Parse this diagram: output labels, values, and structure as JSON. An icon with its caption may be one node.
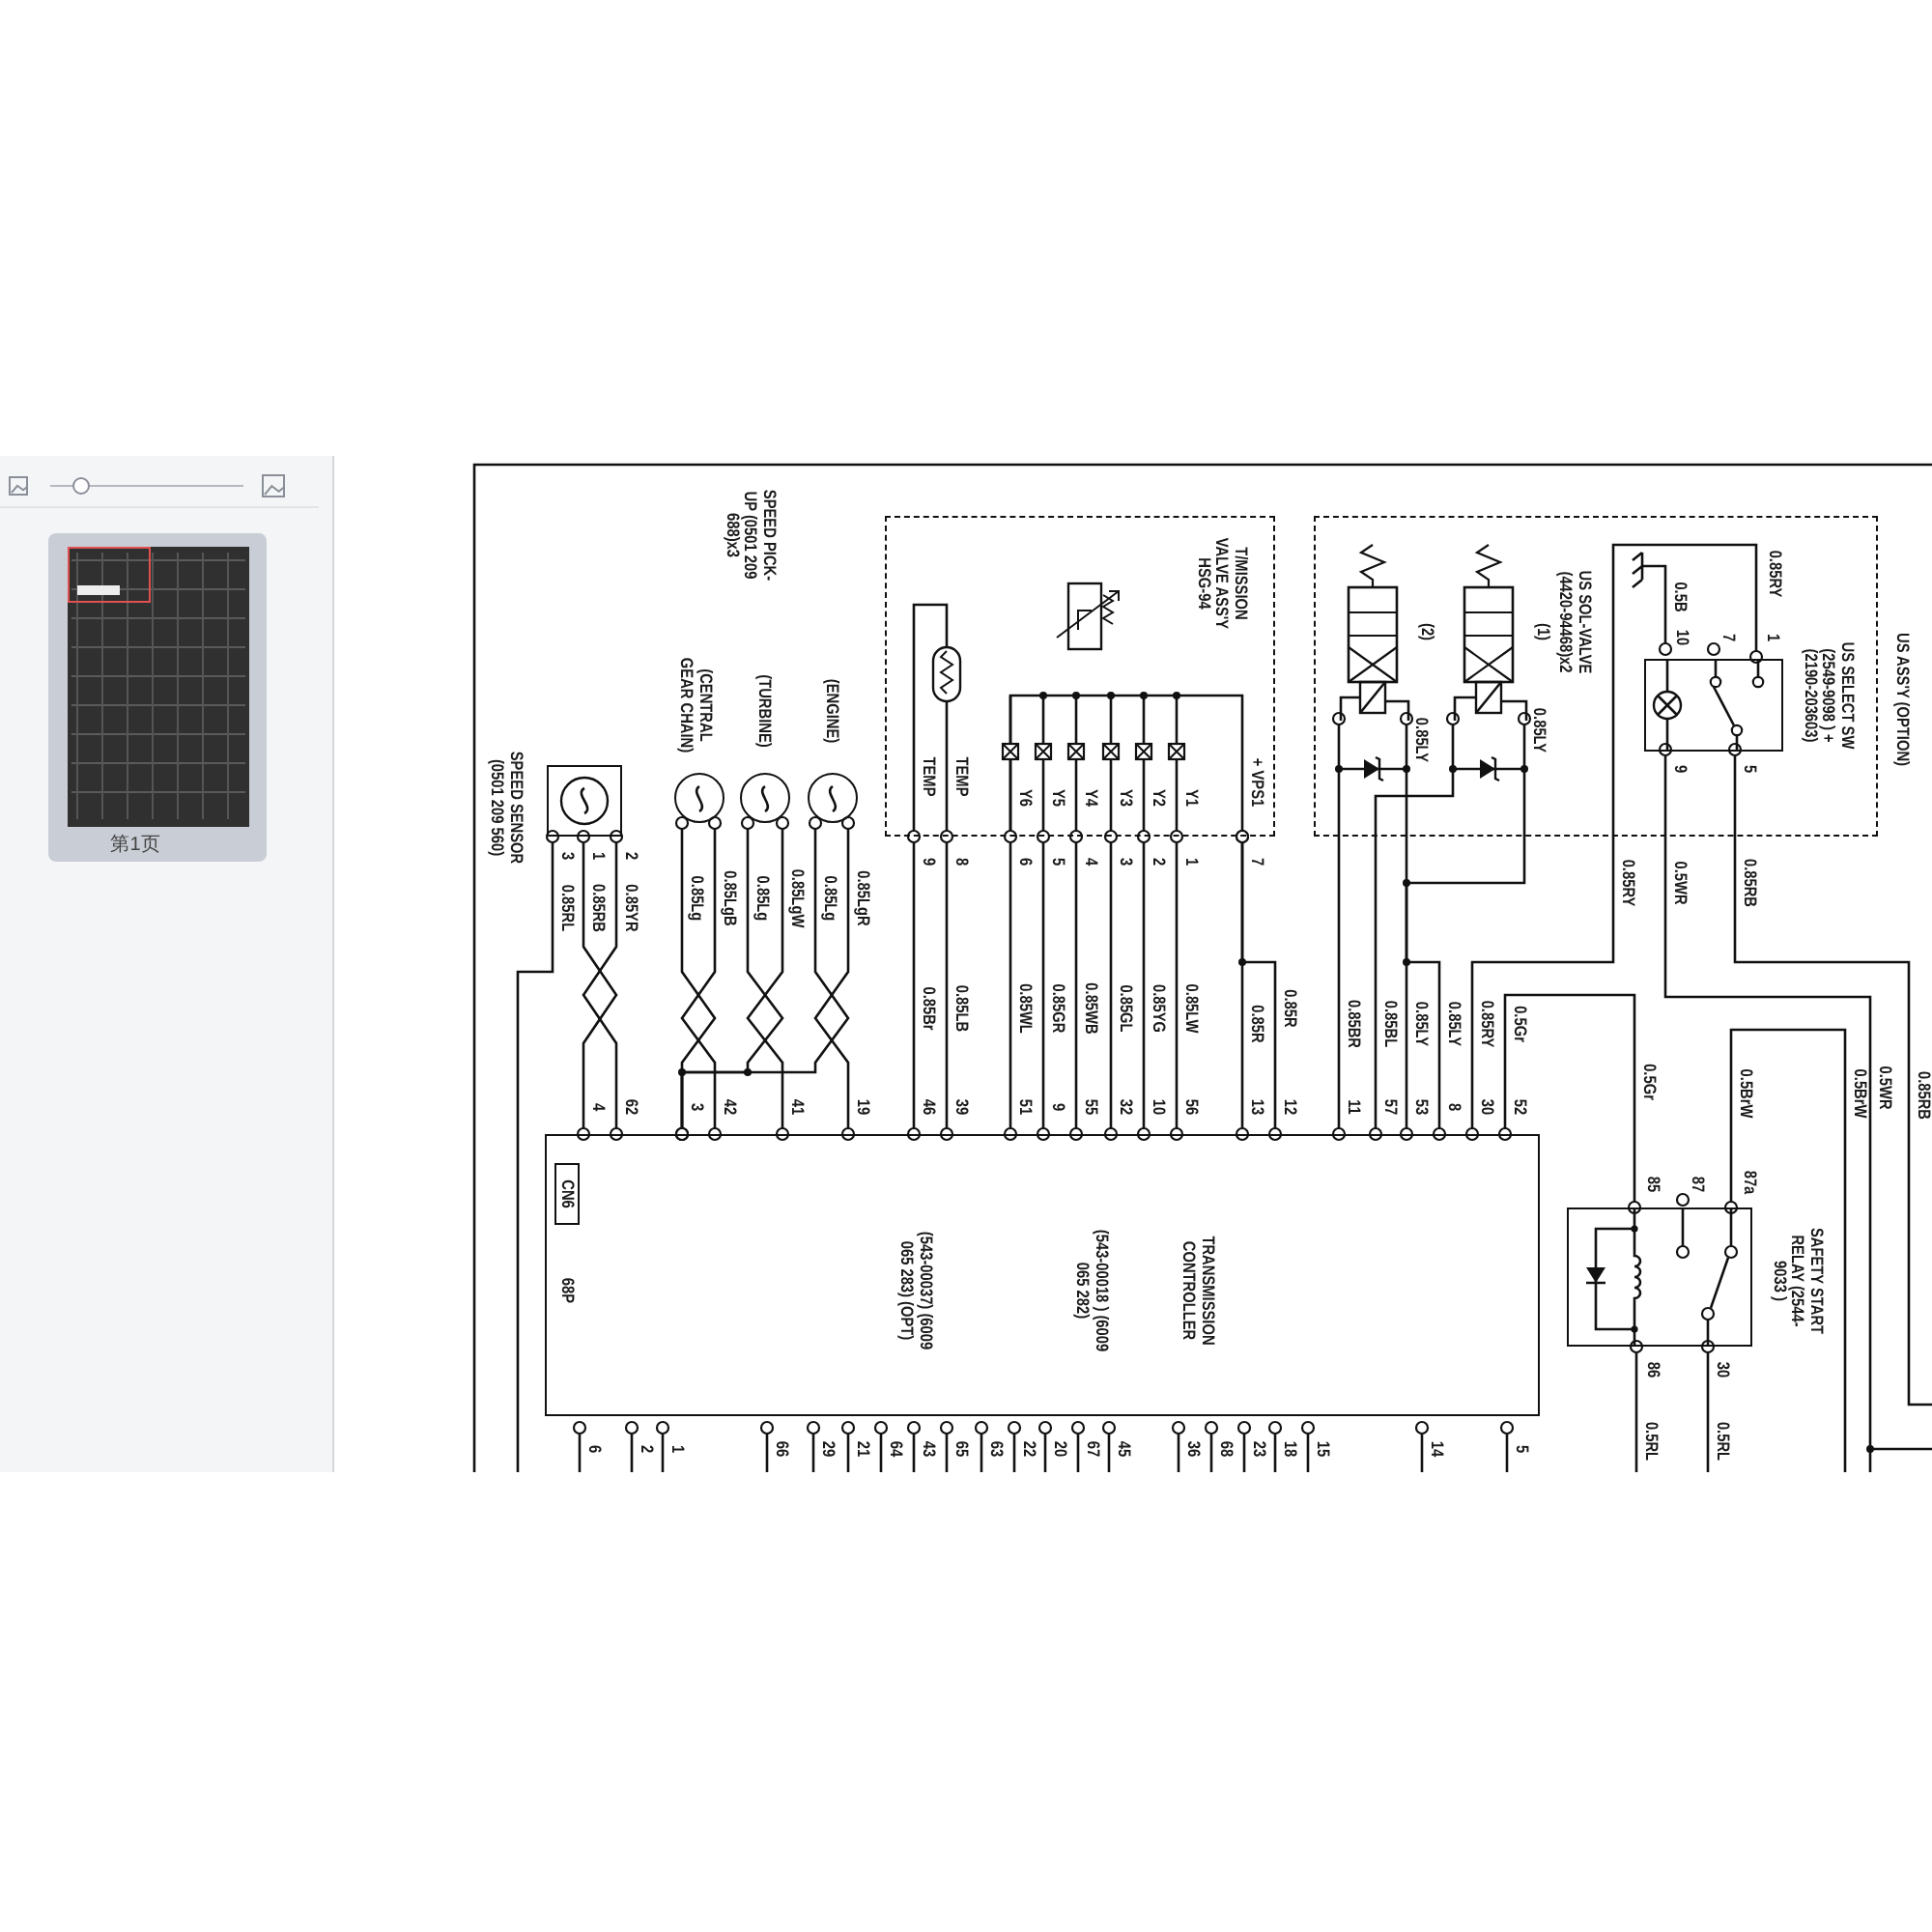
{
  "diagram": {
    "nodes": [
      {
        "text": [
          "TRANSMISSION CONTROLLER",
          "(543-00018 ) (6009 065 282)",
          "(543-00037) (6009 065 283) (OPT)",
          "68P"
        ]
      },
      {
        "text": [
          "CN6"
        ],
        "in": 0
      },
      {
        "text": [],
        "shape": "box",
        "beside": [
          "SPEED SENSOR (0501 209 560)"
        ]
      },
      {
        "text": [],
        "shape": "circle",
        "beside": [
          "(CENTRAL GEAR CHAIN)"
        ]
      },
      {
        "text": [],
        "shape": "circle",
        "beside": [
          "(TURBINE)"
        ]
      },
      {
        "text": [],
        "shape": "circle",
        "beside": [
          "(ENGINE)"
        ]
      },
      {
        "text": [
          "T/MISSION VALVE ASS'Y HSG-94"
        ]
      },
      {
        "text": [],
        "shape": "box",
        "beside": [
          "US ASS'Y (OPTION)"
        ]
      },
      {
        "text": [],
        "shape": "picture",
        "beside": [
          "(2)"
        ],
        "in": 7
      },
      {
        "text": [],
        "shape": "picture",
        "beside": [
          "(1)"
        ],
        "in": 7
      },
      {
        "text": [],
        "shape": "box",
        "beside": [
          "US SELECT SW (2549-9098 ) +(2190-203603)"
        ],
        "in": 7
      },
      {
        "text": [],
        "shape": "box",
        "beside": [
          "SAFETY START RELAY (2544-9033 )"
        ]
      }
    ],
    "edges": [
      {
        "from": 2,
        "to": 0,
        "arrow": "other",
        "label": "0.85YR"
      },
      {
        "from": 2,
        "to": 0,
        "arrow": "other",
        "label": "0.85RB"
      },
      {
        "from": 2,
        "to": null,
        "arrow": "other",
        "label": "0.85RL"
      },
      {
        "from": 5,
        "to": 0,
        "arrow": "other",
        "label": "0.85LgR"
      },
      {
        "from": 5,
        "to": 0,
        "arrow": "other",
        "label": "0.85Lg"
      },
      {
        "from": 4,
        "to": 0,
        "arrow": "other",
        "label": "0.85LgW"
      },
      {
        "from": 4,
        "to": 0,
        "arrow": "other",
        "label": "0.85Lg"
      },
      {
        "from": 3,
        "to": 0,
        "arrow": "other",
        "label": "0.85LgB"
      },
      {
        "from": 3,
        "to": 0,
        "arrow": "other",
        "label": "0.85Lg"
      },
      {
        "from": 6,
        "to": 0,
        "arrow": "other",
        "label": "0.85Br"
      },
      {
        "from": 6,
        "to": 0,
        "arrow": "other",
        "label": "0.85LB"
      },
      {
        "from": 6,
        "to": 0,
        "arrow": "other",
        "label": "0.85WL"
      },
      {
        "from": 6,
        "to": 0,
        "arrow": "other",
        "label": "0.85GR"
      },
      {
        "from": 6,
        "to": 0,
        "arrow": "other",
        "label": "0.85WB"
      },
      {
        "from": 6,
        "to": 0,
        "arrow": "other",
        "label": "0.85GL"
      },
      {
        "from": 6,
        "to": 0,
        "arrow": "other",
        "label": "0.85YG"
      },
      {
        "from": 6,
        "to": 0,
        "arrow": "other",
        "label": "0.85LW"
      },
      {
        "from": 6,
        "to": 0,
        "arrow": "other",
        "label": "0.85R"
      },
      {
        "from": 6,
        "to": 0,
        "arrow": "other",
        "label": "0.85R"
      },
      {
        "from": 8,
        "to": 0,
        "arrow": "other",
        "label": "0.85BR"
      },
      {
        "from": 9,
        "to": 0,
        "arrow": "other",
        "label": "0.85BL"
      },
      {
        "from": 8,
        "to": 0,
        "arrow": "other",
        "label": "0.85LY"
      },
      {
        "from": 9,
        "to": 0,
        "arrow": "other",
        "label": "0.85LY"
      },
      {
        "from": 10,
        "to": 0,
        "arrow": "other",
        "label": "0.85RY"
      },
      {
        "from": 0,
        "to": 11,
        "arrow": "other",
        "label": "0.5Gr"
      },
      {
        "from": 10,
        "to": null,
        "arrow": "other",
        "label": "0.5WR"
      },
      {
        "from": 10,
        "to": null,
        "arrow": "other",
        "label": "0.85RB"
      },
      {
        "from": 11,
        "to": null,
        "arrow": "other",
        "label": "0.5BrW"
      },
      {
        "from": 11,
        "to": null,
        "arrow": "other",
        "label": "0.5RL"
      },
      {
        "from": 11,
        "to": null,
        "arrow": "other",
        "label": "0.5RL"
      }
    ],
    "labels": [
      "SPEED PICK-UP (0501 209 688)x3",
      "3",
      "1",
      "2",
      "4",
      "62",
      "3",
      "42",
      "41",
      "19",
      "TEMP",
      "TEMP",
      "Y6",
      "Y5",
      "Y4",
      "Y3",
      "Y2",
      "Y1",
      "+ VPS1",
      "9",
      "8",
      "6",
      "5",
      "4",
      "3",
      "2",
      "1",
      "7",
      "46",
      "39",
      "51",
      "9",
      "55",
      "32",
      "10",
      "56",
      "13",
      "12",
      "US SOL-VALVE (4420-94468)x2",
      "0.85LY",
      "0.85LY",
      "0.5B",
      "0.85RY",
      "10",
      "7",
      "1",
      "9",
      "5",
      "0.85RY",
      "11",
      "57",
      "53",
      "8",
      "30",
      "52",
      "0.5Gr",
      "0.5BrW",
      "0.5WR",
      "0.85RB",
      "85",
      "87",
      "87a",
      "86",
      "30",
      "6",
      "2",
      "1",
      "66",
      "29",
      "21",
      "64",
      "43",
      "65",
      "63",
      "22",
      "20",
      "67",
      "45",
      "36",
      "68",
      "23",
      "18",
      "15",
      "14",
      "5",
      "第1页"
    ]
  }
}
